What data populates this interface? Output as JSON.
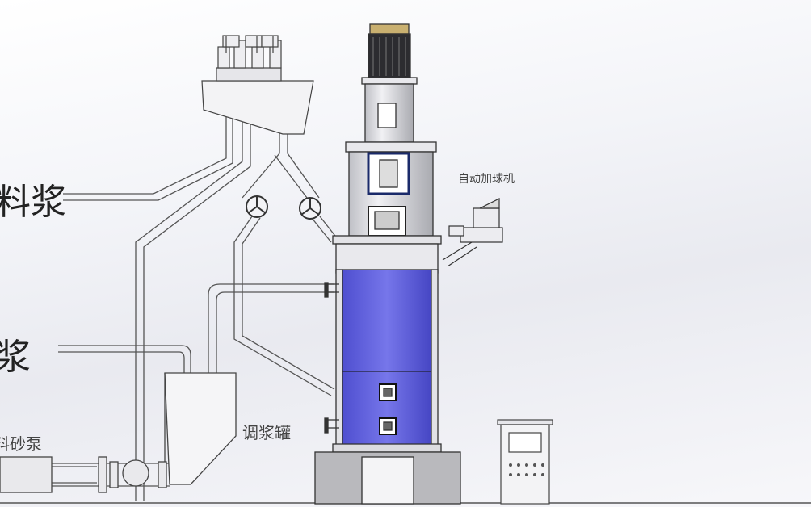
{
  "labels": {
    "left_top": "料浆",
    "left_middle": "浆",
    "pump": "料砂泵",
    "tank": "调浆罐",
    "ball_feeder": "自动加球机"
  },
  "colors": {
    "mill_body": "#6a6ae0",
    "outline": "#333333",
    "metal": "#d9d9de",
    "motor_cap": "#c9b070",
    "base": "#b9b9bd"
  },
  "icons": [
    "valve-icon",
    "motor-icon",
    "control-cabinet-icon"
  ]
}
